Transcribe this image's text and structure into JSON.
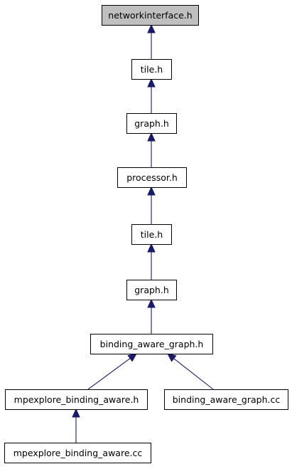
{
  "graph": {
    "nodes": [
      {
        "id": "networkinterface_h",
        "label": "networkinterface.h",
        "root": true
      },
      {
        "id": "tile_h_1",
        "label": "tile.h"
      },
      {
        "id": "graph_h_1",
        "label": "graph.h"
      },
      {
        "id": "processor_h",
        "label": "processor.h"
      },
      {
        "id": "tile_h_2",
        "label": "tile.h"
      },
      {
        "id": "graph_h_2",
        "label": "graph.h"
      },
      {
        "id": "binding_aware_graph_h",
        "label": "binding_aware_graph.h"
      },
      {
        "id": "mpexplore_binding_aware_h",
        "label": "mpexplore_binding_aware.h"
      },
      {
        "id": "binding_aware_graph_cc",
        "label": "binding_aware_graph.cc"
      },
      {
        "id": "mpexplore_binding_aware_cc",
        "label": "mpexplore_binding_aware.cc"
      }
    ],
    "edges": [
      {
        "from": "tile_h_1",
        "to": "networkinterface_h"
      },
      {
        "from": "graph_h_1",
        "to": "tile_h_1"
      },
      {
        "from": "processor_h",
        "to": "graph_h_1"
      },
      {
        "from": "tile_h_2",
        "to": "processor_h"
      },
      {
        "from": "graph_h_2",
        "to": "tile_h_2"
      },
      {
        "from": "binding_aware_graph_h",
        "to": "graph_h_2"
      },
      {
        "from": "mpexplore_binding_aware_h",
        "to": "binding_aware_graph_h"
      },
      {
        "from": "binding_aware_graph_cc",
        "to": "binding_aware_graph_h"
      },
      {
        "from": "mpexplore_binding_aware_cc",
        "to": "mpexplore_binding_aware_h"
      }
    ],
    "colors": {
      "edge": "#191970",
      "root_fill": "#bfbfbf",
      "node_fill": "#ffffff",
      "border": "#000000"
    }
  }
}
